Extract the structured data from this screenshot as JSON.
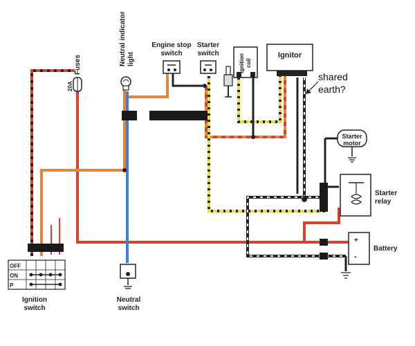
{
  "labels": {
    "fuses": "Fuses",
    "fuse_rating": "20A",
    "neutral_indicator_line1": "Neutral indicator",
    "neutral_indicator_line2": "light",
    "engine_stop_line1": "Engine stop",
    "engine_stop_line2": "switch",
    "starter_switch_line1": "Starter",
    "starter_switch_line2": "switch",
    "ignition_coil_line1": "Ignition",
    "ignition_coil_line2": "coil",
    "ignitor": "Ignitor",
    "shared_earth_line1": "shared",
    "shared_earth_line2": "earth?",
    "starter_motor_line1": "Starter",
    "starter_motor_line2": "motor",
    "starter_relay_line1": "Starter",
    "starter_relay_line2": "relay",
    "battery": "Battery",
    "neutral_switch_line1": "Neutral",
    "neutral_switch_line2": "switch",
    "ignition_switch_line1": "Ignition",
    "ignition_switch_line2": "switch",
    "sw_off": "OFF",
    "sw_on": "ON",
    "sw_p": "P",
    "battery_plus": "+",
    "battery_minus": "-"
  },
  "colors": {
    "red": "#d8412a",
    "orange": "#e0883a",
    "blue": "#3f7fd6",
    "yellow": "#e6e13a",
    "black": "#222222",
    "white_stripe": "#ffffff"
  }
}
